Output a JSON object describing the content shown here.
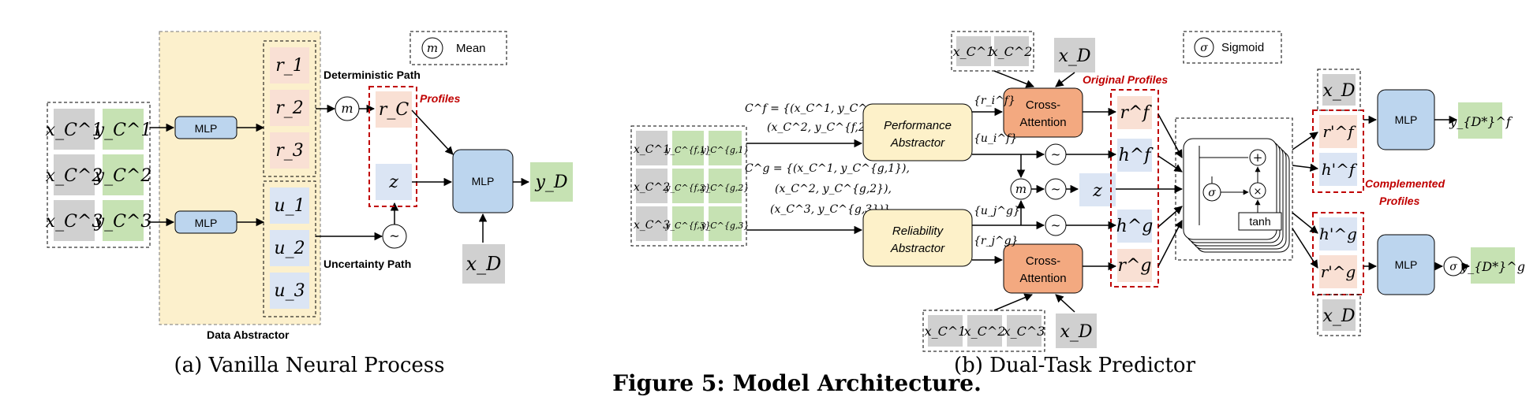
{
  "legend": {
    "mean_symbol": "m",
    "mean_label": "Mean",
    "sigmoid_symbol": "σ",
    "sigmoid_label": "Sigmoid"
  },
  "left": {
    "context_x": [
      "x_C^1",
      "x_C^2",
      "x_C^3"
    ],
    "context_y": [
      "y_C^1",
      "y_C^2",
      "y_C^3"
    ],
    "mlp_label": "MLP",
    "r_items": [
      "r_1",
      "r_2",
      "r_3"
    ],
    "u_items": [
      "u_1",
      "u_2",
      "u_3"
    ],
    "deterministic_path_label": "Deterministic Path",
    "uncertainty_path_label": "Uncertainty Path",
    "profiles_label": "Profiles",
    "r_c": "r_C",
    "z": "z",
    "x_d": "x_D",
    "y_d": "y_D",
    "data_abstractor_label": "Data Abstractor",
    "mean_op": "m",
    "tilde_op": "~",
    "caption": "(a) Vanilla Neural Process"
  },
  "right": {
    "context_x": [
      "x_C^1",
      "x_C^2",
      "x_C^3"
    ],
    "context_yf": [
      "y_C^{f,1}",
      "y_C^{f,2}",
      "y_C^{f,3}"
    ],
    "context_yg": [
      "y_C^{g,1}",
      "y_C^{g,2}",
      "y_C^{g,3}"
    ],
    "cf_line1": "C^f = {(x_C^1, y_C^{f,1}),",
    "cf_line2": "(x_C^2, y_C^{f,2})}",
    "cg_line1": "C^g = {(x_C^1, y_C^{g,1}),",
    "cg_line2": "(x_C^2, y_C^{g,2}),",
    "cg_line3": "(x_C^3, y_C^{g,3})}",
    "performance_abstractor": [
      "Performance",
      "Abstractor"
    ],
    "reliability_abstractor": [
      "Reliability",
      "Abstractor"
    ],
    "cross_attention": [
      "Cross-",
      "Attention"
    ],
    "top_context": [
      "x_C^1",
      "x_C^2"
    ],
    "bottom_context": [
      "x_C^1",
      "x_C^2",
      "x_C^3"
    ],
    "x_d": "x_D",
    "ri_f": "{r_i^f}",
    "ui_f": "{u_i^f}",
    "uj_g": "{u_j^g}",
    "rj_g": "{r_j^g}",
    "original_profiles_label": "Original Profiles",
    "profile_items": [
      "r^f",
      "h^f",
      "z",
      "h^g",
      "r^g"
    ],
    "gate_ops": [
      "+",
      "×",
      "σ",
      "tanh"
    ],
    "complemented_label": [
      "Complemented",
      "Profiles"
    ],
    "comp_top": [
      "r'^f",
      "h'^f"
    ],
    "comp_bottom": [
      "h'^g",
      "r'^g"
    ],
    "mlp_label": "MLP",
    "y_f_out": "y_{D*}^f",
    "y_g_out": "y_{D*}^g",
    "mean_op": "m",
    "tilde_op": "~",
    "sigma_op": "σ",
    "caption": "(b) Dual-Task Predictor"
  },
  "figure_title": "Figure 5: Model Architecture.",
  "colors": {
    "gray": "#d0d0d0",
    "green": "#c6e2b3",
    "pink": "#f9e0d4",
    "blue_light": "#dbe5f4",
    "mlp_blue": "#bcd5ee",
    "abstractor_yellow": "#fdf1c9",
    "cross_orange": "#f3a980",
    "data_abstractor_bg": "#fcf0cc",
    "red": "#c00000"
  }
}
